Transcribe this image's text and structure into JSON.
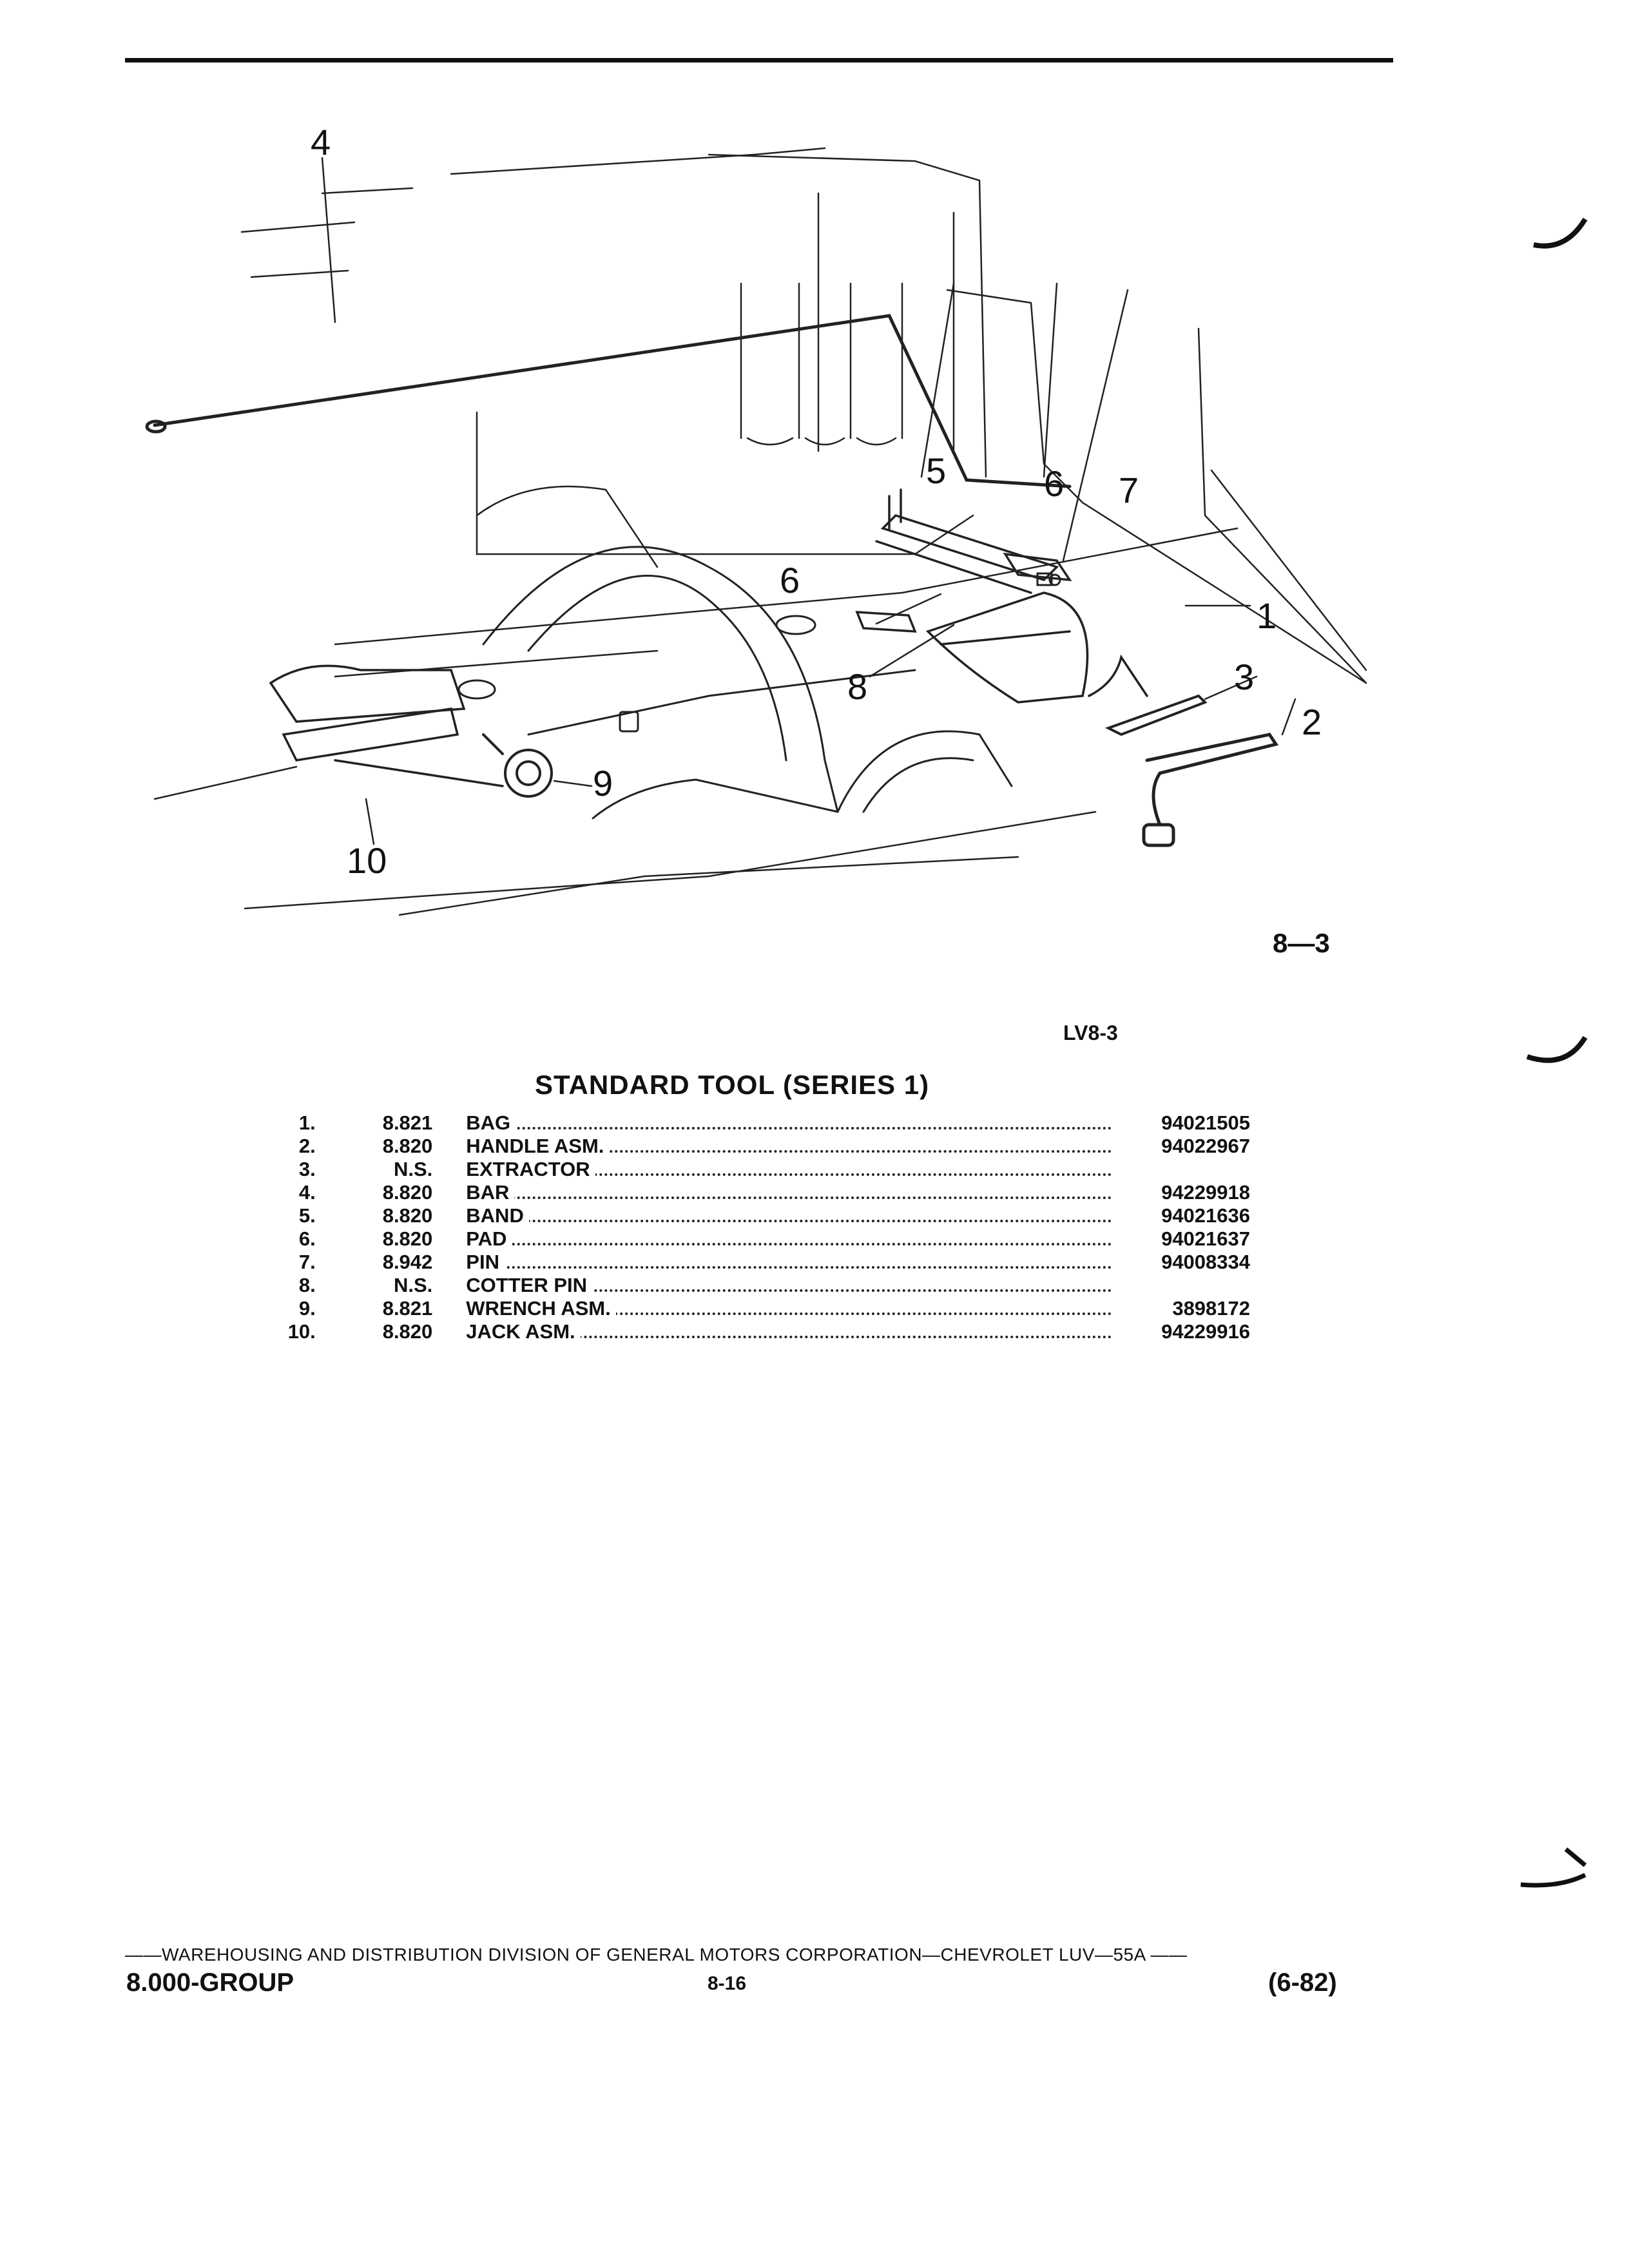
{
  "figure": {
    "number": "8—3",
    "code": "LV8-3",
    "callouts": [
      "1",
      "2",
      "3",
      "4",
      "5",
      "6",
      "6",
      "7",
      "8",
      "9",
      "10"
    ]
  },
  "table": {
    "title": "STANDARD TOOL (SERIES 1)",
    "rows": [
      {
        "item": "1.",
        "group": "8.821",
        "description": "BAG",
        "part": "94021505"
      },
      {
        "item": "2.",
        "group": "8.820",
        "description": "HANDLE ASM.",
        "part": "94022967"
      },
      {
        "item": "3.",
        "group": "N.S.",
        "description": "EXTRACTOR",
        "part": ""
      },
      {
        "item": "4.",
        "group": "8.820",
        "description": "BAR",
        "part": "94229918"
      },
      {
        "item": "5.",
        "group": "8.820",
        "description": "BAND",
        "part": "94021636"
      },
      {
        "item": "6.",
        "group": "8.820",
        "description": "PAD",
        "part": "94021637"
      },
      {
        "item": "7.",
        "group": "8.942",
        "description": "PIN",
        "part": "94008334"
      },
      {
        "item": "8.",
        "group": "N.S.",
        "description": "COTTER PIN",
        "part": ""
      },
      {
        "item": "9.",
        "group": "8.821",
        "description": "WRENCH ASM.",
        "part": "3898172"
      },
      {
        "item": "10.",
        "group": "8.820",
        "description": "JACK ASM.",
        "part": "94229916"
      }
    ]
  },
  "footer": {
    "line": "——WAREHOUSING AND DISTRIBUTION  DIVISION OF GENERAL MOTORS CORPORATION—CHEVROLET LUV—55A  ——",
    "group": "8.000-GROUP",
    "page": "8-16",
    "date": "(6-82)"
  }
}
